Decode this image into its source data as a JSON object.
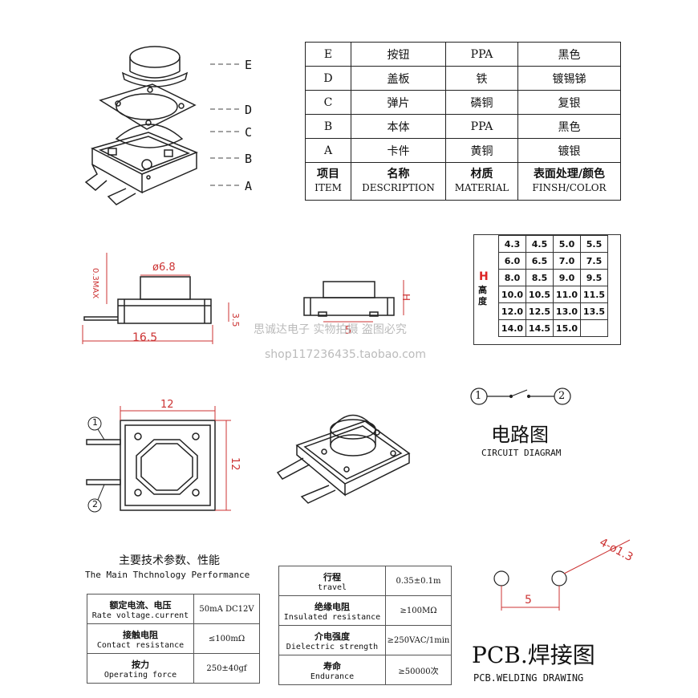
{
  "exploded_labels": [
    "E",
    "D",
    "C",
    "B",
    "A"
  ],
  "materials": {
    "rows": [
      {
        "item": "E",
        "name": "按钮",
        "material": "PPA",
        "finish": "黑色"
      },
      {
        "item": "D",
        "name": "盖板",
        "material": "铁",
        "finish": "镀锡锑"
      },
      {
        "item": "C",
        "name": "弹片",
        "material": "磷铜",
        "finish": "复银"
      },
      {
        "item": "B",
        "name": "本体",
        "material": "PPA",
        "finish": "黑色"
      },
      {
        "item": "A",
        "name": "卡件",
        "material": "黄铜",
        "finish": "镀银"
      }
    ],
    "header": {
      "item_cn": "项目",
      "item_en": "ITEM",
      "name_cn": "名称",
      "name_en": "DESCRIPTION",
      "material_cn": "材质",
      "material_en": "MATERIAL",
      "finish_cn": "表面处理/颜色",
      "finish_en": "FINSH/COLOR"
    }
  },
  "side_view": {
    "dia": "ø6.8",
    "max": "0.3MAX",
    "height": "3.5",
    "length": "16.5"
  },
  "front_view": {
    "h": "H",
    "pitch": "5"
  },
  "height_table": {
    "h_letter": "H",
    "h_cn": "高度",
    "rows": [
      [
        "4.3",
        "4.5",
        "5.0",
        "5.5"
      ],
      [
        "6.0",
        "6.5",
        "7.0",
        "7.5"
      ],
      [
        "8.0",
        "8.5",
        "9.0",
        "9.5"
      ],
      [
        "10.0",
        "10.5",
        "11.0",
        "11.5"
      ],
      [
        "12.0",
        "12.5",
        "13.0",
        "13.5"
      ],
      [
        "14.0",
        "14.5",
        "15.0",
        ""
      ]
    ]
  },
  "watermark": {
    "line1": "思诚达电子 实物拍摄 盗图必究",
    "line2": "shop117236435.taobao.com"
  },
  "top_view": {
    "width": "12",
    "height": "12",
    "pin1": "1",
    "pin2": "2"
  },
  "circuit": {
    "n1": "1",
    "n2": "2",
    "title_cn": "电路图",
    "title_en": "CIRCUIT DIAGRAM"
  },
  "perf": {
    "title_cn": "主要技术参数、性能",
    "title_en": "The Main Thchnology Performance"
  },
  "spec_left": [
    {
      "cn": "额定电流、电压",
      "en": "Rate voltage.current",
      "val": "50mA DC12V"
    },
    {
      "cn": "接触电阻",
      "en": "Contact resistance",
      "val": "≤100mΩ"
    },
    {
      "cn": "按力",
      "en": "Operating force",
      "val": "250±40gf"
    }
  ],
  "spec_right": [
    {
      "cn": "行程",
      "en": "travel",
      "val": "0.35±0.1m"
    },
    {
      "cn": "绝缘电阻",
      "en": "Insulated resistance",
      "val": "≥100MΩ"
    },
    {
      "cn": "介电强度",
      "en": "Dielectric strength",
      "val": "≥250VAC/1min"
    },
    {
      "cn": "寿命",
      "en": "Endurance",
      "val": "≥50000次"
    }
  ],
  "pcb": {
    "hole": "4-ø1.3",
    "pitch": "5",
    "title": "PCB.焊接图",
    "title_en": "PCB.WELDING DRAWING"
  }
}
